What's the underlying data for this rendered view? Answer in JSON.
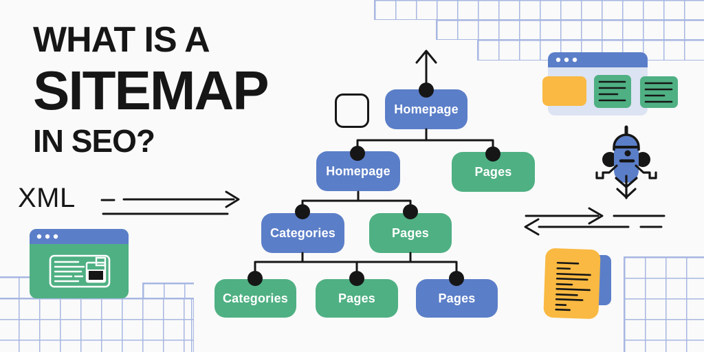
{
  "title": {
    "line1": "WHAT IS A",
    "line2": "SITEMAP",
    "line3": "IN SEO?"
  },
  "xml_label": "XML",
  "tree": {
    "root": {
      "label": "Homepage",
      "color": "blue"
    },
    "level2": [
      {
        "label": "Homepage",
        "color": "blue"
      },
      {
        "label": "Pages",
        "color": "green"
      }
    ],
    "level3": [
      {
        "label": "Categories",
        "color": "blue"
      },
      {
        "label": "Pages",
        "color": "green"
      }
    ],
    "level4": [
      {
        "label": "Categories",
        "color": "green"
      },
      {
        "label": "Pages",
        "color": "green"
      },
      {
        "label": "Pages",
        "color": "blue"
      }
    ]
  },
  "icons": {
    "top_right": "browser-window-with-content-blocks",
    "right_middle": "robot-crawler-icon",
    "bottom_left": "browser-window-with-card",
    "bottom_right": "document-with-text-lines",
    "near_root": "rounded-square-outline",
    "arrows": [
      "up-arrow",
      "right-arrow",
      "left-arrow",
      "dash-line"
    ]
  },
  "colors": {
    "ink": "#161616",
    "node_blue": "#5b7ec8",
    "node_green": "#4fb083",
    "yellow": "#f9b942",
    "browser_body": "#dce3f2",
    "grid_line": "#a7b7e2",
    "bg": "#fafafa"
  }
}
